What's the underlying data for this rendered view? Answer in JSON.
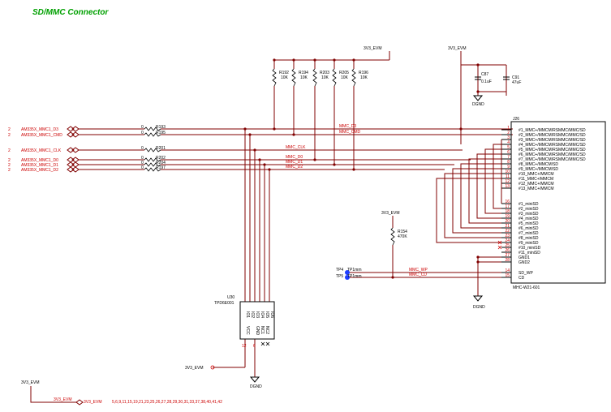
{
  "title": "SD/MMC Connector",
  "power": {
    "v3_top": "3V3_EVM",
    "v3_cap": "3V3_EVM",
    "v3_r154": "3V3_EVM",
    "v3_u30": "3V3_EVM",
    "v3_bl": "3V3_EVM",
    "gnd_cap": "DGND",
    "gnd_j26": "DGND",
    "gnd_u30": "DGND"
  },
  "ports": [
    {
      "sheet": "2",
      "label": "AM335X_MMC1_D3"
    },
    {
      "sheet": "2",
      "label": "AM335X_MMC1_CMD"
    },
    {
      "sheet": "2",
      "label": "AM335X_MMC1_CLK"
    },
    {
      "sheet": "2",
      "label": "AM335X_MMC1_D0"
    },
    {
      "sheet": "2",
      "label": "AM335X_MMC1_D1"
    },
    {
      "sheet": "2",
      "label": "AM335X_MMC1_D2"
    }
  ],
  "series_resistors": [
    {
      "value": "0",
      "ref": "R193"
    },
    {
      "value": "0",
      "ref": "R195"
    },
    {
      "value": "0",
      "ref": "R201"
    },
    {
      "value": "0",
      "ref": "R202"
    },
    {
      "value": "0",
      "ref": "R204"
    },
    {
      "value": "0",
      "ref": "R197"
    }
  ],
  "pullups": [
    {
      "ref": "R192",
      "value": "10K"
    },
    {
      "ref": "R194",
      "value": "10K"
    },
    {
      "ref": "R203",
      "value": "10K"
    },
    {
      "ref": "R205",
      "value": "10K"
    },
    {
      "ref": "R196",
      "value": "10K"
    }
  ],
  "caps": [
    {
      "ref": "C87",
      "value": "0.1uF"
    },
    {
      "ref": "C91",
      "value": "47uF"
    }
  ],
  "nets": {
    "d3": "MMC_D3",
    "cmd": "MMC_CMD",
    "clk": "MMC_CLK",
    "d0": "MMC_D0",
    "d1": "MMC_D1",
    "d2": "MMC_D2",
    "wp": "MMC_WP",
    "cd": "MMC_CD"
  },
  "r154": {
    "ref": "R154",
    "value": "470K"
  },
  "tp": [
    {
      "label": "TP4",
      "value": "TP1mm"
    },
    {
      "label": "TP5",
      "value": "TP1mm"
    }
  ],
  "j26": {
    "ref": "J26",
    "part": "MHC-W21-601",
    "pins_top": [
      {
        "num": "1",
        "name": "#1_MMC+/MMCM/RSMMC/MMC/SD"
      },
      {
        "num": "2",
        "name": "#2_MMC+/MMCM/RSMMC/MMC/SD"
      },
      {
        "num": "3",
        "name": "#3_MMC+/MMCM/RSMMC/MMC/SD"
      },
      {
        "num": "4",
        "name": "#4_MMC+/MMCM/RSMMC/MMC/SD"
      },
      {
        "num": "5",
        "name": "#5_MMC+/MMCM/RSMMC/MMC/SD"
      },
      {
        "num": "6",
        "name": "#6_MMC+/MMCM/RSMMC/MMC/SD"
      },
      {
        "num": "7",
        "name": "#7_MMC+/MMCM/RSMMC/MMC/SD"
      },
      {
        "num": "8",
        "name": "#8_MMC+/MMCM/SD"
      },
      {
        "num": "9",
        "name": "#9_MMC+/MMCM/SD"
      },
      {
        "num": "10",
        "name": "#10_MMC+/MMCM"
      },
      {
        "num": "11",
        "name": "#11_MMC+/MMCM"
      },
      {
        "num": "12",
        "name": "#12_MMC+/MMCM"
      },
      {
        "num": "13",
        "name": "#13_MMC+/MMCM"
      }
    ],
    "pins_mini": [
      {
        "num": "16",
        "name": "#1_miniSD"
      },
      {
        "num": "17",
        "name": "#2_miniSD"
      },
      {
        "num": "18",
        "name": "#3_miniSD"
      },
      {
        "num": "19",
        "name": "#4_miniSD"
      },
      {
        "num": "20",
        "name": "#5_miniSD"
      },
      {
        "num": "21",
        "name": "#6_miniSD"
      },
      {
        "num": "22",
        "name": "#7_miniSD"
      },
      {
        "num": "23",
        "name": "#8_miniSD"
      },
      {
        "num": "24",
        "name": "#9_miniSD"
      },
      {
        "num": "25",
        "name": "#10_miniSD"
      },
      {
        "num": "26",
        "name": "#11_miniSD"
      },
      {
        "num": "27",
        "name": "GND1"
      },
      {
        "num": "28",
        "name": "GND2"
      }
    ],
    "pins_bottom": [
      {
        "num": "14",
        "name": "SD_WP"
      },
      {
        "num": "15",
        "name": "CD"
      }
    ]
  },
  "u30": {
    "ref": "U30",
    "part": "TPD6E001",
    "top_pins": [
      "IO1",
      "IO2",
      "IO3",
      "IO4",
      "IO5",
      "IO6"
    ],
    "bottom_pins": [
      "VCC",
      "GND",
      "NC1",
      "NC2"
    ],
    "pin_nums": {
      "vcc": "12",
      "gnd": "6"
    }
  },
  "pages": "5,6,9,11,15,19,21,23,25,26,27,28,29,30,31,33,37,38,40,41,42",
  "colors": {
    "wire": "#800000",
    "label": "#cc0000",
    "title": "#00a000",
    "junction_blue": "#1f3fff"
  }
}
